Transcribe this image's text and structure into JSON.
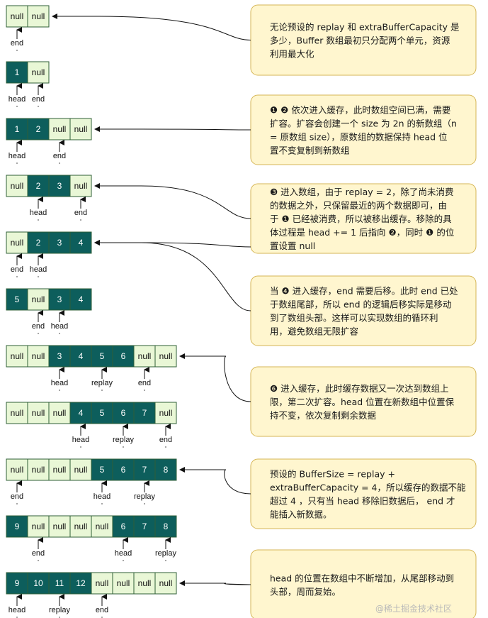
{
  "colors": {
    "cell_filled": "#0d5e5c",
    "cell_null": "#e9f7d6",
    "cell_border": "#2f5f37",
    "note_fill": "#fff6cf",
    "note_border": "#d6b656"
  },
  "rows": [
    {
      "cells": [
        "null",
        "null"
      ],
      "labels": [
        {
          "text": "end",
          "index": 0
        }
      ]
    },
    {
      "cells": [
        "1",
        "null"
      ],
      "labels": [
        {
          "text": "head",
          "index": 0
        },
        {
          "text": "end",
          "index": 1
        }
      ]
    },
    {
      "cells": [
        "1",
        "2",
        "null",
        "null"
      ],
      "labels": [
        {
          "text": "head",
          "index": 0
        },
        {
          "text": "end",
          "index": 2
        }
      ]
    },
    {
      "cells": [
        "null",
        "2",
        "3",
        "null"
      ],
      "labels": [
        {
          "text": "head",
          "index": 1
        },
        {
          "text": "end",
          "index": 3
        }
      ]
    },
    {
      "cells": [
        "null",
        "2",
        "3",
        "4"
      ],
      "labels": [
        {
          "text": "end",
          "index": 0
        },
        {
          "text": "head",
          "index": 1
        }
      ]
    },
    {
      "cells": [
        "5",
        "null",
        "3",
        "4"
      ],
      "labels": [
        {
          "text": "end",
          "index": 1
        },
        {
          "text": "head",
          "index": 2
        }
      ]
    },
    {
      "cells": [
        "null",
        "null",
        "3",
        "4",
        "5",
        "6",
        "null",
        "null"
      ],
      "labels": [
        {
          "text": "head",
          "index": 2
        },
        {
          "text": "replay",
          "index": 4
        },
        {
          "text": "end",
          "index": 6
        }
      ]
    },
    {
      "cells": [
        "null",
        "null",
        "null",
        "4",
        "5",
        "6",
        "7",
        "null"
      ],
      "labels": [
        {
          "text": "head",
          "index": 3
        },
        {
          "text": "replay",
          "index": 5
        },
        {
          "text": "end",
          "index": 7
        }
      ]
    },
    {
      "cells": [
        "null",
        "null",
        "null",
        "null",
        "5",
        "6",
        "7",
        "8"
      ],
      "labels": [
        {
          "text": "end",
          "index": 0
        },
        {
          "text": "head",
          "index": 4
        },
        {
          "text": "replay",
          "index": 6
        }
      ]
    },
    {
      "cells": [
        "9",
        "null",
        "null",
        "null",
        "null",
        "6",
        "7",
        "8"
      ],
      "labels": [
        {
          "text": "end",
          "index": 1
        },
        {
          "text": "head",
          "index": 5
        },
        {
          "text": "replay",
          "index": 7
        }
      ]
    },
    {
      "cells": [
        "9",
        "10",
        "11",
        "12",
        "null",
        "null",
        "null",
        "null"
      ],
      "labels": [
        {
          "text": "head",
          "index": 0
        },
        {
          "text": "replay",
          "index": 2
        },
        {
          "text": "end",
          "index": 4
        }
      ]
    }
  ],
  "notes": [
    {
      "lines": [
        "无论预设的 replay 和 extraBufferCapacity 是",
        "多少，Buffer 数组最初只分配两个单元，资源",
        "利用最大化"
      ],
      "target_row": 0
    },
    {
      "lines": [
        "❶ ❷ 依次进入缓存，此时数组空间已满，需要",
        "扩容。扩容会创建一个 size 为 2n 的新数组（n",
        "= 原数组 size），原数组的数据保持 head 位",
        "置不变复制到新数组"
      ],
      "target_row": 2
    },
    {
      "lines": [
        "❸ 进入数组，由于 replay = 2，除了尚未消费",
        "的数据之外，只保留最近的两个数据即可，由",
        "于 ❶ 已经被消费，所以被移出缓存。移除的具",
        "体过程是 head += 1 后指向 ❷，同时 ❶ 的位",
        "置设置 null"
      ],
      "target_row": 3,
      "extra_target_row": 4
    },
    {
      "lines": [
        "当 ❹ 进入缓存，end 需要后移。此时 end 已处",
        "于数组尾部，所以 end 的逻辑后移实际是移动",
        "到了数组头部。这样可以实现数组的循环利",
        "用，避免数组无限扩容"
      ],
      "target_row": 4
    },
    {
      "lines": [
        "❻ 进入缓存，此时缓存数据又一次达到数组上",
        "限，第二次扩容。head 位置在新数组中位置保",
        "持不变，依次复制剩余数据"
      ],
      "target_row": 6
    },
    {
      "lines": [
        "预设的 BufferSize = replay +",
        "extraBufferCapacity = 4，所以缓存的数据不能",
        "超过 4 ，只有当 head 移除旧数据后， end 才",
        "能插入新数据。"
      ],
      "target_row": 8
    },
    {
      "lines": [
        "head 的位置在数组中不断增加，从尾部移动到",
        "头部，周而复始。"
      ],
      "target_row": 10
    }
  ],
  "watermark": "@稀土掘金技术社区"
}
